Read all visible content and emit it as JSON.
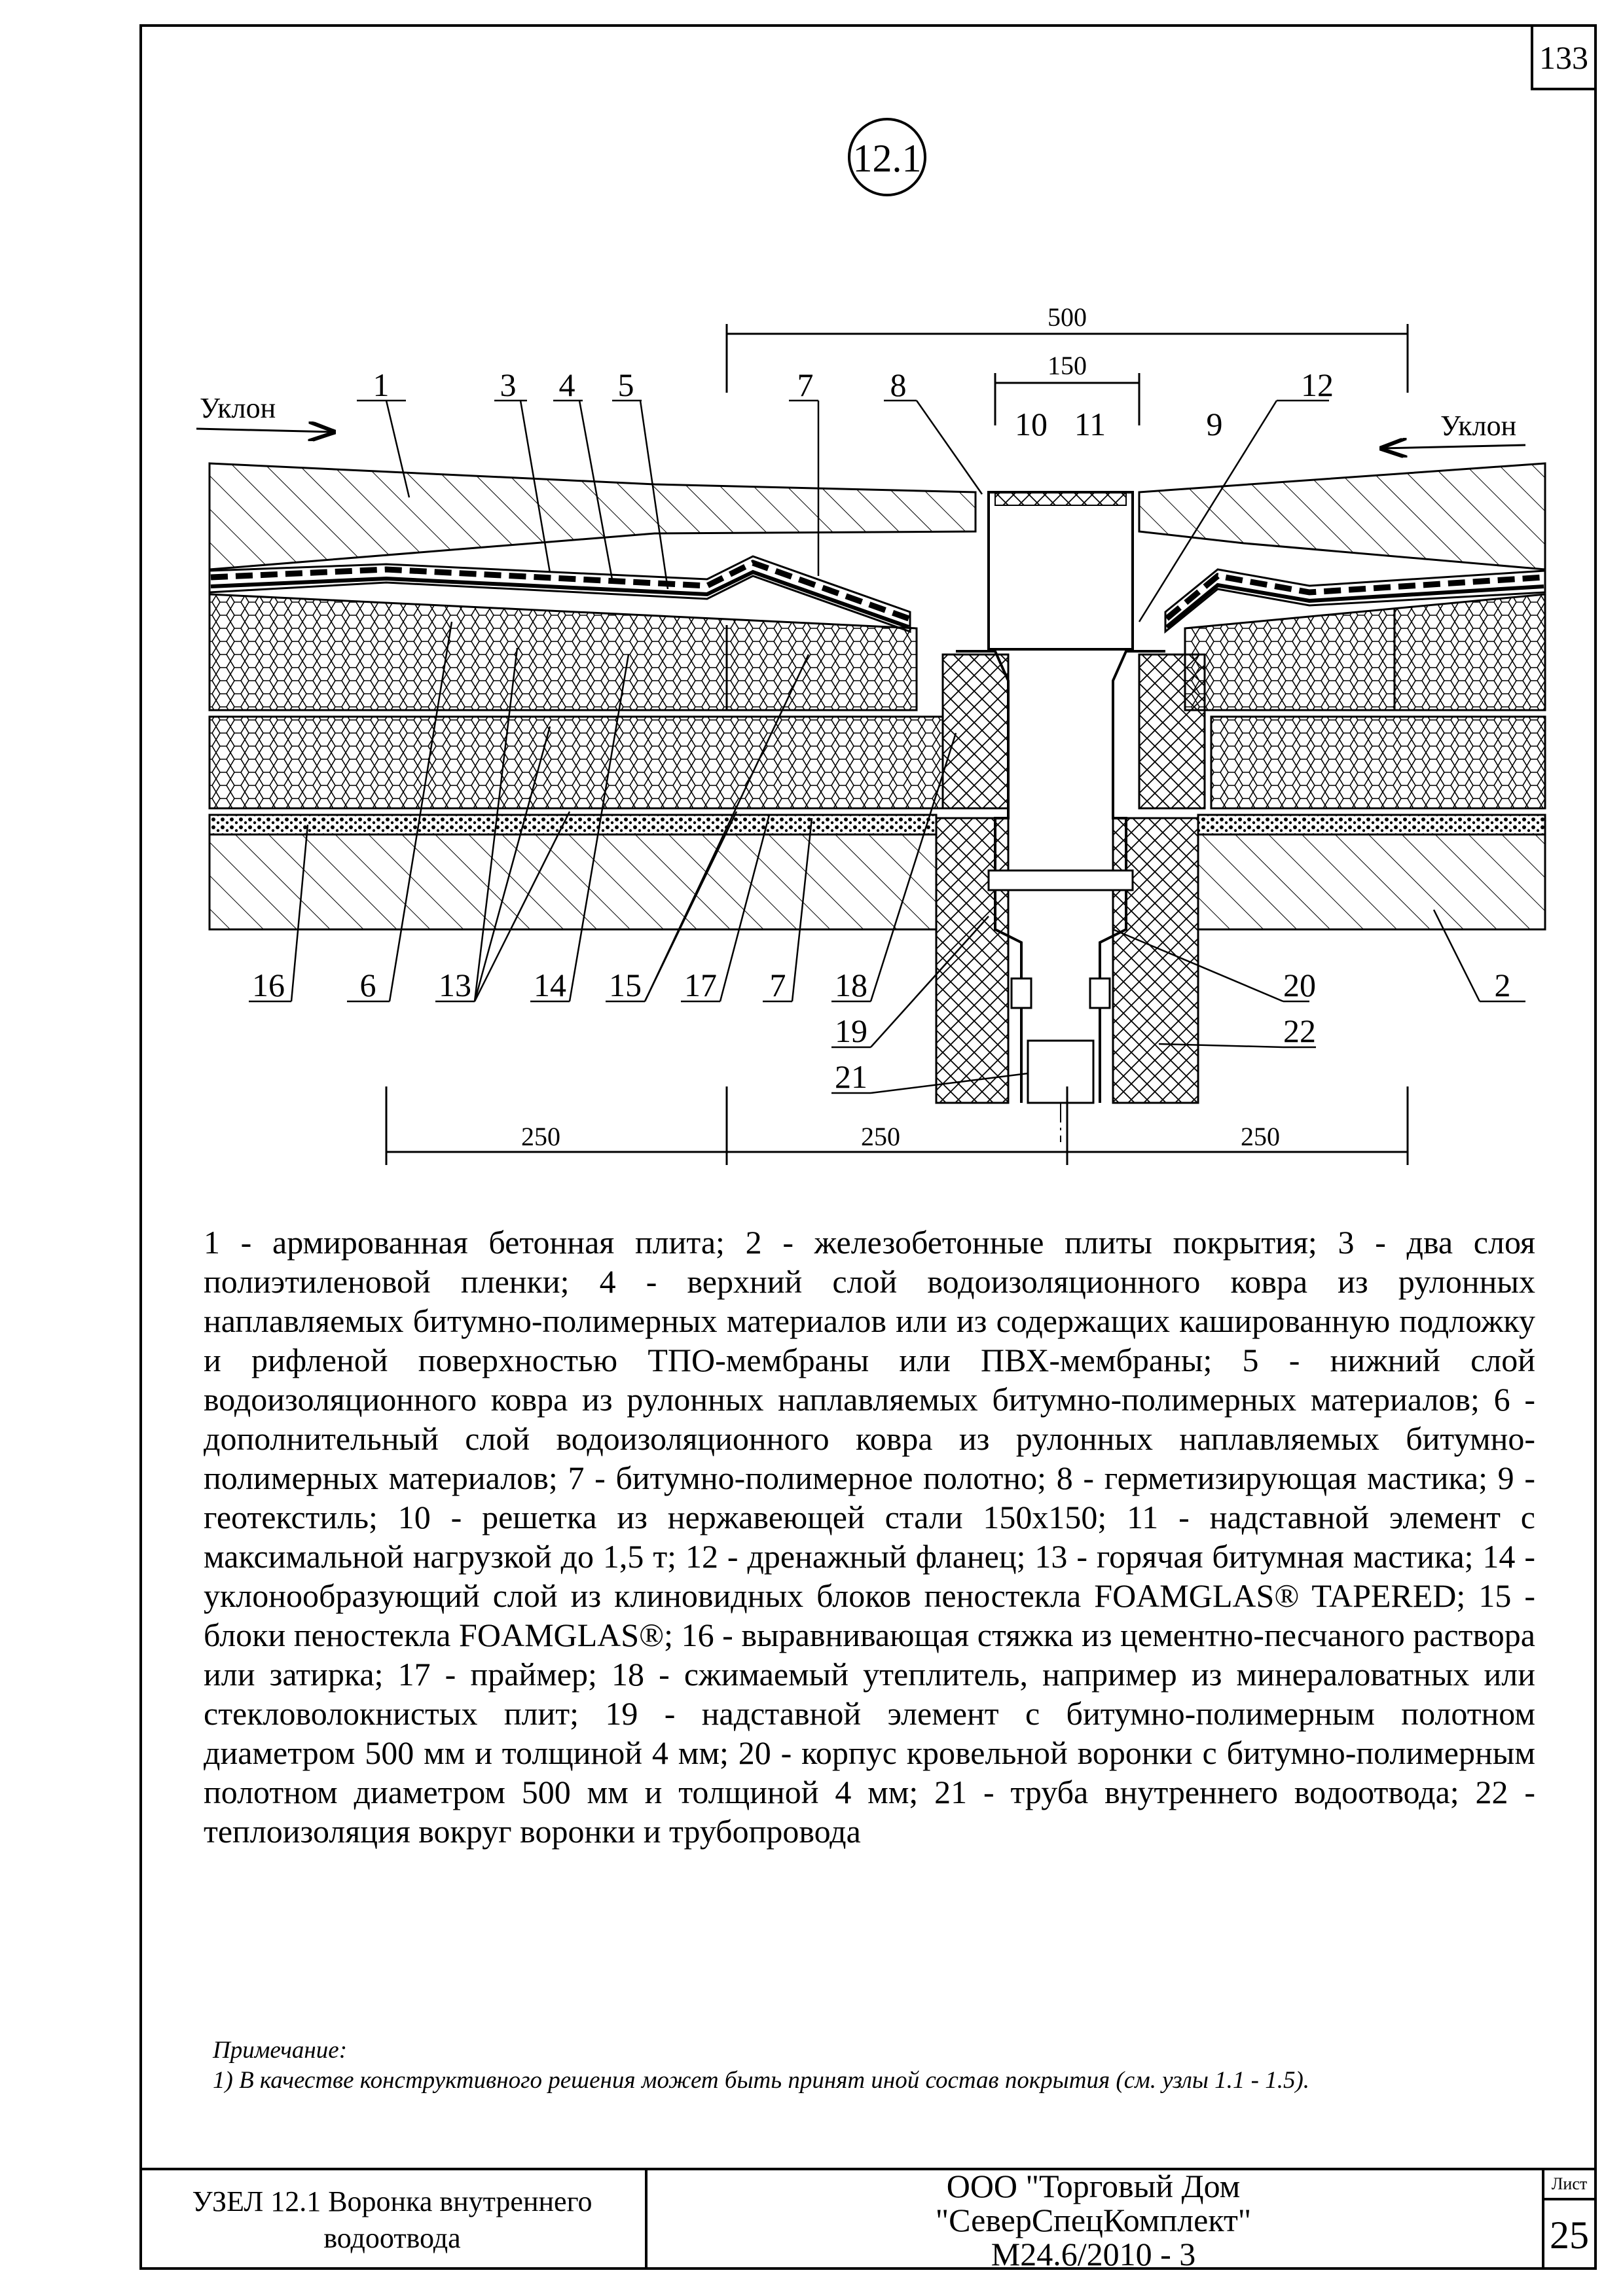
{
  "sheet_top_number": "133",
  "node_id": "12.1",
  "drawing": {
    "slope_left": "Уклон",
    "slope_right": "Уклон",
    "dim_top": [
      "500",
      "150"
    ],
    "dim_bottom": [
      "250",
      "250",
      "250"
    ],
    "callouts_top": [
      "1",
      "3",
      "4",
      "5",
      "7",
      "8",
      "10",
      "11",
      "9",
      "12"
    ],
    "callouts_bottom": [
      "16",
      "6",
      "13",
      "14",
      "15",
      "17",
      "7",
      "18",
      "19",
      "21",
      "20",
      "22",
      "2"
    ]
  },
  "legend": "1 - армированная бетонная плита; 2 - железобетонные плиты покрытия; 3 - два слоя полиэтиленовой пленки; 4 - верхний слой водоизоляционного ковра из рулонных наплавляемых битумно-полимерных материалов или из содержащих кашированную подложку и рифленой поверхностью ТПО-мембраны или ПВХ-мембраны; 5 - нижний слой водоизоляционного ковра из рулонных наплавляемых битумно-полимерных материалов; 6 - дополнительный слой водоизоляционного ковра из рулонных наплавляемых битумно-полимерных материалов; 7 - битумно-полимерное полотно; 8 - герметизирующая мастика; 9 - геотекстиль; 10 - решетка из нержавеющей стали 150х150; 11 - надставной элемент с максимальной нагрузкой до 1,5 т; 12 - дренажный фланец; 13 - горячая битумная мастика; 14 - уклонообразующий слой из клиновидных блоков пеностекла FOAMGLAS® TAPERED; 15 - блоки пеностекла FOAMGLAS®; 16 - выравнивающая стяжка из цементно-песчаного раствора или затирка; 17 - праймер; 18 - сжимаемый утеплитель, например из минераловатных или стекловолокнистых плит; 19 - надставной элемент с битумно-полимерным полотном диаметром 500 мм и толщиной 4 мм; 20 - корпус кровельной воронки с битумно-полимерным полотном диаметром 500 мм и толщиной 4 мм; 21 - труба внутреннего водоотвода; 22 - теплоизоляция вокруг воронки и трубопровода",
  "note": {
    "title": "Примечание:",
    "text": "1) В качестве конструктивного решения может быть принят иной состав покрытия (см. узлы 1.1 - 1.5)."
  },
  "stamp": {
    "title_line1": "УЗЕЛ 12.1 Воронка внутреннего",
    "title_line2": "водоотвода",
    "org_line1": "ООО \"Торговый Дом",
    "org_line2": "\"СеверСпецКомплект\"",
    "code": "М24.6/2010 - 3",
    "sheet_label": "Лист",
    "sheet_number": "25"
  }
}
